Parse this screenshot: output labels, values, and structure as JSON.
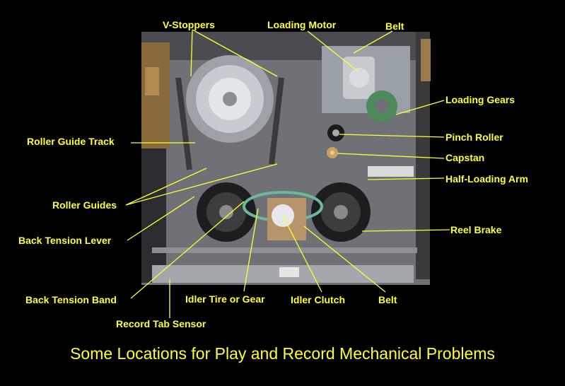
{
  "labels": {
    "v_stoppers": "V-Stoppers",
    "loading_motor": "Loading Motor",
    "belt_top": "Belt",
    "loading_gears": "Loading Gears",
    "roller_guide_track": "Roller  Guide Track",
    "pinch_roller": "Pinch Roller",
    "capstan": "Capstan",
    "half_loading_arm": "Half-Loading Arm",
    "roller_guides": "Roller Guides",
    "reel_brake": "Reel Brake",
    "back_tension_lever": "Back Tension Lever",
    "back_tension_band": "Back Tension Band",
    "idler_tire_or_gear": "Idler Tire or Gear",
    "idler_clutch": "Idler Clutch",
    "belt_bottom": "Belt",
    "record_tab_sensor": "Record Tab Sensor"
  },
  "caption": "Some Locations for Play and Record Mechanical Problems",
  "colors": {
    "background": "#000000",
    "label": "#ffff33",
    "leader_line": "#ffff33"
  }
}
